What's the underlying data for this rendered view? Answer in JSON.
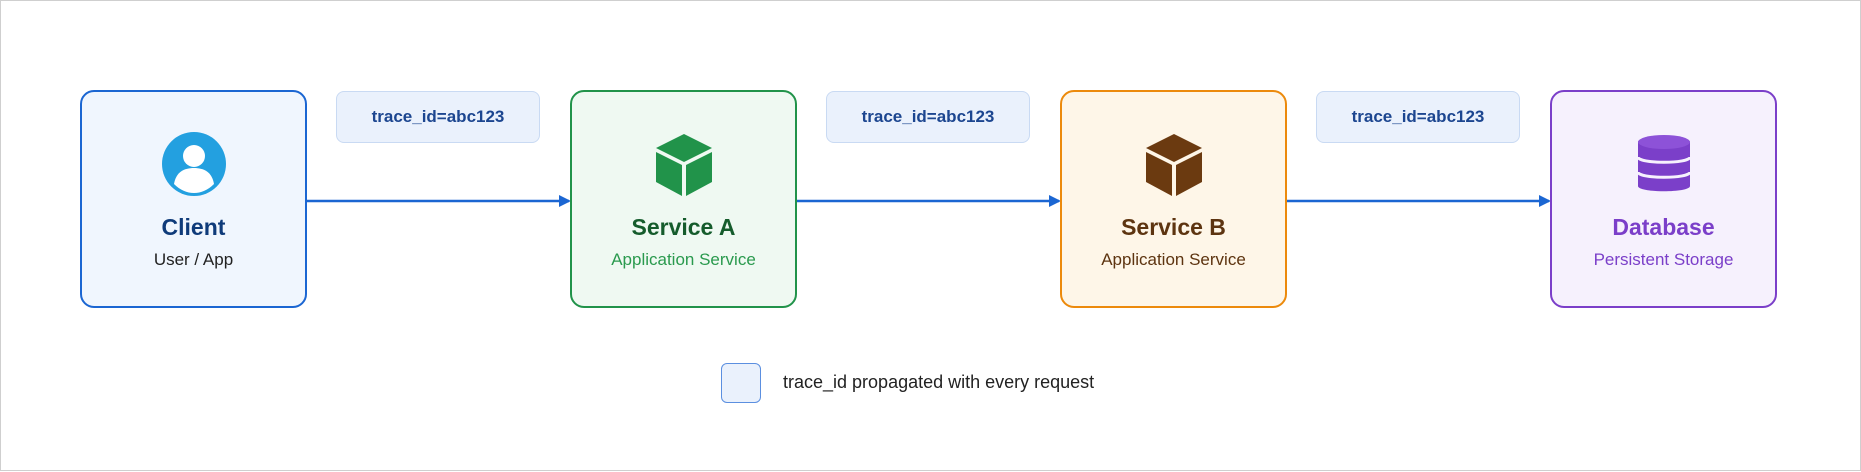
{
  "nodes": {
    "client": {
      "title": "Client",
      "subtitle": "User / App",
      "icon": "user-icon"
    },
    "service_a": {
      "title": "Service A",
      "subtitle": "Application Service",
      "icon": "box-icon"
    },
    "service_b": {
      "title": "Service B",
      "subtitle": "Application Service",
      "icon": "box-icon"
    },
    "database": {
      "title": "Database",
      "subtitle": "Persistent Storage",
      "icon": "database-icon"
    }
  },
  "edges": [
    {
      "from": "Client",
      "to": "Service A",
      "label": "trace_id=abc123"
    },
    {
      "from": "Service A",
      "to": "Service B",
      "label": "trace_id=abc123"
    },
    {
      "from": "Service B",
      "to": "Database",
      "label": "trace_id=abc123"
    }
  ],
  "legend": {
    "text": "trace_id propagated with every request"
  },
  "colors": {
    "client": "#1b66d2",
    "service_a": "#21934a",
    "service_b": "#ec8a0c",
    "database": "#7b3fc9",
    "arrow": "#1b66d2"
  }
}
